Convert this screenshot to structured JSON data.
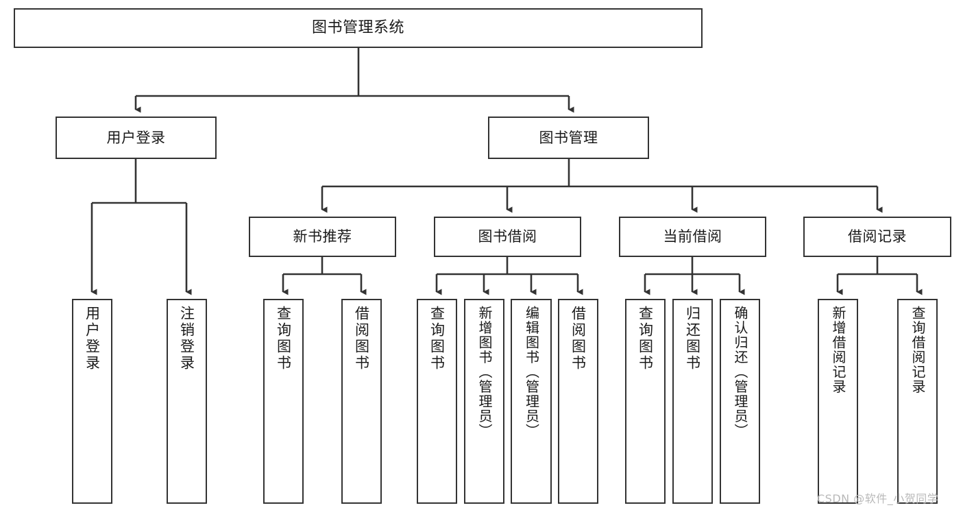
{
  "diagram": {
    "title": "图书管理系统",
    "type": "hierarchy-tree",
    "root": {
      "label": "图书管理系统"
    },
    "level1": [
      {
        "label": "用户登录"
      },
      {
        "label": "图书管理"
      }
    ],
    "level2": [
      {
        "label": "新书推荐"
      },
      {
        "label": "图书借阅"
      },
      {
        "label": "当前借阅"
      },
      {
        "label": "借阅记录"
      }
    ],
    "leaves": {
      "user_login": [
        {
          "label": "用户登录"
        },
        {
          "label": "注销登录"
        }
      ],
      "new_book_recommend": [
        {
          "label": "查询图书"
        },
        {
          "label": "借阅图书"
        }
      ],
      "book_borrow": [
        {
          "label": "查询图书"
        },
        {
          "label": "新增图书（管理员）"
        },
        {
          "label": "编辑图书（管理员）"
        },
        {
          "label": "借阅图书"
        }
      ],
      "current_borrow": [
        {
          "label": "查询图书"
        },
        {
          "label": "归还图书"
        },
        {
          "label": "确认归还（管理员）"
        }
      ],
      "borrow_record": [
        {
          "label": "新增借阅记录"
        },
        {
          "label": "查询借阅记录"
        }
      ]
    }
  },
  "watermark": {
    "text": "CSDN @软件_小贺同学"
  },
  "colors": {
    "box_border": "#333333",
    "box_fill": "#ffffff",
    "connector": "#333333",
    "text": "#1a1a1a",
    "watermark": "#b9b9b9",
    "background": "#ffffff"
  }
}
